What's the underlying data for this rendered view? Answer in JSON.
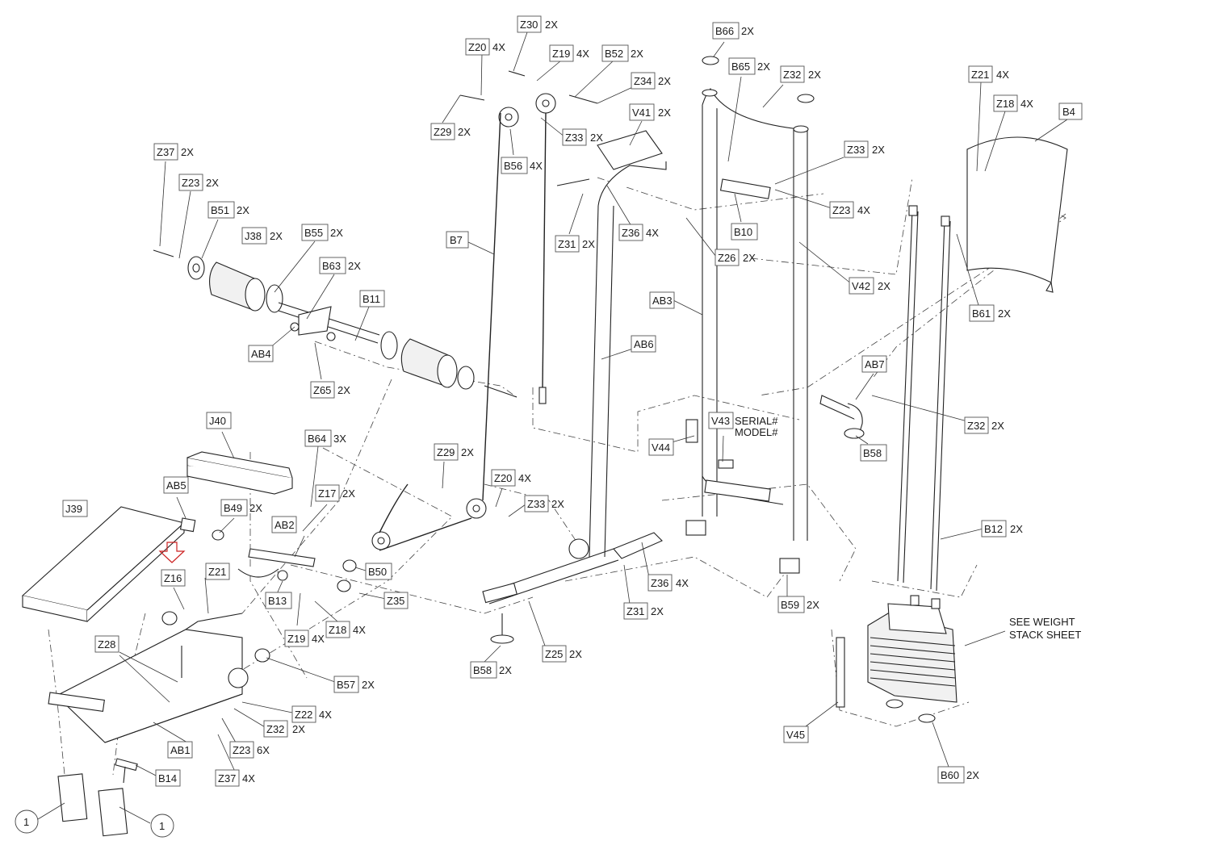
{
  "labels": {
    "Z30": {
      "code": "Z30",
      "qty": "2X"
    },
    "Z20a": {
      "code": "Z20",
      "qty": "4X"
    },
    "Z19a": {
      "code": "Z19",
      "qty": "4X"
    },
    "B52": {
      "code": "B52",
      "qty": "2X"
    },
    "Z34": {
      "code": "Z34",
      "qty": "2X"
    },
    "B66": {
      "code": "B66",
      "qty": "2X"
    },
    "B65": {
      "code": "B65",
      "qty": "2X"
    },
    "Z32a": {
      "code": "Z32",
      "qty": "2X"
    },
    "V41": {
      "code": "V41",
      "qty": "2X"
    },
    "Z29a": {
      "code": "Z29",
      "qty": "2X"
    },
    "Z33a": {
      "code": "Z33",
      "qty": "2X"
    },
    "B56": {
      "code": "B56",
      "qty": "4X"
    },
    "Z21a": {
      "code": "Z21",
      "qty": "4X"
    },
    "Z18a": {
      "code": "Z18",
      "qty": "4X"
    },
    "B4": {
      "code": "B4",
      "qty": ""
    },
    "Z37a": {
      "code": "Z37",
      "qty": "2X"
    },
    "Z23a": {
      "code": "Z23",
      "qty": "2X"
    },
    "Z33b": {
      "code": "Z33",
      "qty": "2X"
    },
    "B51": {
      "code": "B51",
      "qty": "2X"
    },
    "J38": {
      "code": "J38",
      "qty": "2X"
    },
    "B55": {
      "code": "B55",
      "qty": "2X"
    },
    "B63": {
      "code": "B63",
      "qty": "2X"
    },
    "Z23b": {
      "code": "Z23",
      "qty": "4X"
    },
    "B10": {
      "code": "B10",
      "qty": ""
    },
    "Z36a": {
      "code": "Z36",
      "qty": "4X"
    },
    "Z31a": {
      "code": "Z31",
      "qty": "2X"
    },
    "B7": {
      "code": "B7",
      "qty": ""
    },
    "Z26": {
      "code": "Z26",
      "qty": "2X"
    },
    "V42": {
      "code": "V42",
      "qty": "2X"
    },
    "B61": {
      "code": "B61",
      "qty": "2X"
    },
    "B11": {
      "code": "B11",
      "qty": ""
    },
    "AB3": {
      "code": "AB3",
      "qty": ""
    },
    "AB4": {
      "code": "AB4",
      "qty": ""
    },
    "AB6": {
      "code": "AB6",
      "qty": ""
    },
    "Z65": {
      "code": "Z65",
      "qty": "2X"
    },
    "AB7": {
      "code": "AB7",
      "qty": ""
    },
    "J40": {
      "code": "J40",
      "qty": ""
    },
    "V43": {
      "code": "V43",
      "qty": ""
    },
    "Z32b": {
      "code": "Z32",
      "qty": "2X"
    },
    "B64": {
      "code": "B64",
      "qty": "3X"
    },
    "V44": {
      "code": "V44",
      "qty": ""
    },
    "B58a": {
      "code": "B58",
      "qty": ""
    },
    "Z29b": {
      "code": "Z29",
      "qty": "2X"
    },
    "AB5": {
      "code": "AB5",
      "qty": ""
    },
    "Z17": {
      "code": "Z17",
      "qty": "2X"
    },
    "Z20b": {
      "code": "Z20",
      "qty": "4X"
    },
    "J39": {
      "code": "J39",
      "qty": ""
    },
    "B49": {
      "code": "B49",
      "qty": "2X"
    },
    "Z33c": {
      "code": "Z33",
      "qty": "2X"
    },
    "AB2": {
      "code": "AB2",
      "qty": ""
    },
    "B12": {
      "code": "B12",
      "qty": "2X"
    },
    "B50": {
      "code": "B50",
      "qty": ""
    },
    "Z16": {
      "code": "Z16",
      "qty": ""
    },
    "Z21b": {
      "code": "Z21",
      "qty": ""
    },
    "Z36b": {
      "code": "Z36",
      "qty": "4X"
    },
    "Z35": {
      "code": "Z35",
      "qty": ""
    },
    "B13": {
      "code": "B13",
      "qty": ""
    },
    "Z31b": {
      "code": "Z31",
      "qty": "2X"
    },
    "B59": {
      "code": "B59",
      "qty": "2X"
    },
    "Z28": {
      "code": "Z28",
      "qty": ""
    },
    "Z19b": {
      "code": "Z19",
      "qty": "4X"
    },
    "Z18b": {
      "code": "Z18",
      "qty": "4X"
    },
    "Z25": {
      "code": "Z25",
      "qty": "2X"
    },
    "B58b": {
      "code": "B58",
      "qty": "2X"
    },
    "B57": {
      "code": "B57",
      "qty": "2X"
    },
    "Z22": {
      "code": "Z22",
      "qty": "4X"
    },
    "V45": {
      "code": "V45",
      "qty": ""
    },
    "AB1": {
      "code": "AB1",
      "qty": ""
    },
    "Z32c": {
      "code": "Z32",
      "qty": "2X"
    },
    "Z23c": {
      "code": "Z23",
      "qty": "6X"
    },
    "B60": {
      "code": "B60",
      "qty": "2X"
    },
    "B14": {
      "code": "B14",
      "qty": ""
    },
    "Z37b": {
      "code": "Z37",
      "qty": "4X"
    }
  },
  "notes": {
    "serial": "SERIAL#",
    "model": "MODEL#",
    "weight_stack_line1": "SEE WEIGHT",
    "weight_stack_line2": "STACK SHEET"
  },
  "callouts": {
    "ref_left": "1",
    "ref_right": "1"
  },
  "colors": {
    "line": "#222222",
    "arrow": "#cc2222"
  }
}
